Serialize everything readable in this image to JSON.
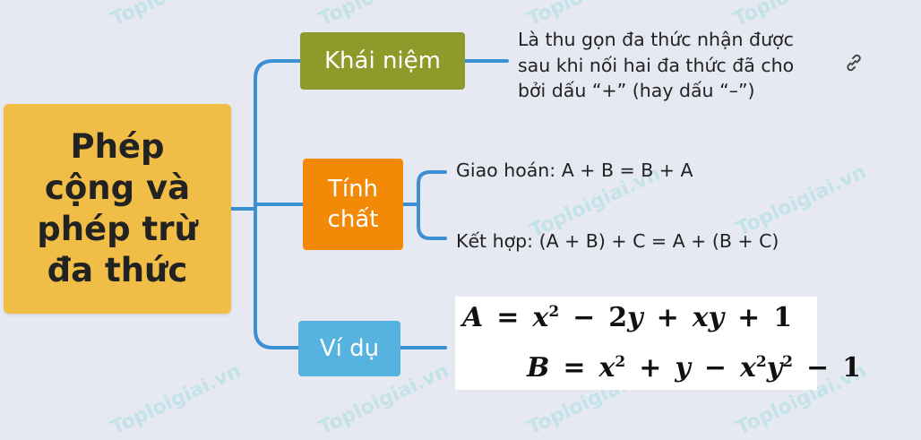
{
  "root": {
    "label": "Phép\ncộng và\nphép trừ\nđa thức"
  },
  "branches": {
    "khai_niem": {
      "label": "Khái niệm",
      "description": "Là thu gọn đa thức nhận được\nsau khi nối hai đa thức đã cho\nbởi dấu “+” (hay dấu “–”)"
    },
    "tinh_chat": {
      "label": "Tính\nchất",
      "properties": [
        "Giao hoán: A + B = B + A",
        "Kết hợp: (A + B) + C = A + (B + C)"
      ]
    },
    "vi_du": {
      "label": "Ví dụ",
      "formula_a": "A = x² − 2y + xy + 1",
      "formula_b": "B = x² + y − x²y² − 1"
    }
  },
  "watermark": "Toploigiai.vn",
  "colors": {
    "background": "#e6e8f2",
    "root": "#f0bd46",
    "khai_niem": "#8e9a2a",
    "tinh_chat": "#f28a07",
    "vi_du": "#56b2de",
    "connector": "#3b8fd3"
  },
  "icons": {
    "link": "link-icon"
  }
}
